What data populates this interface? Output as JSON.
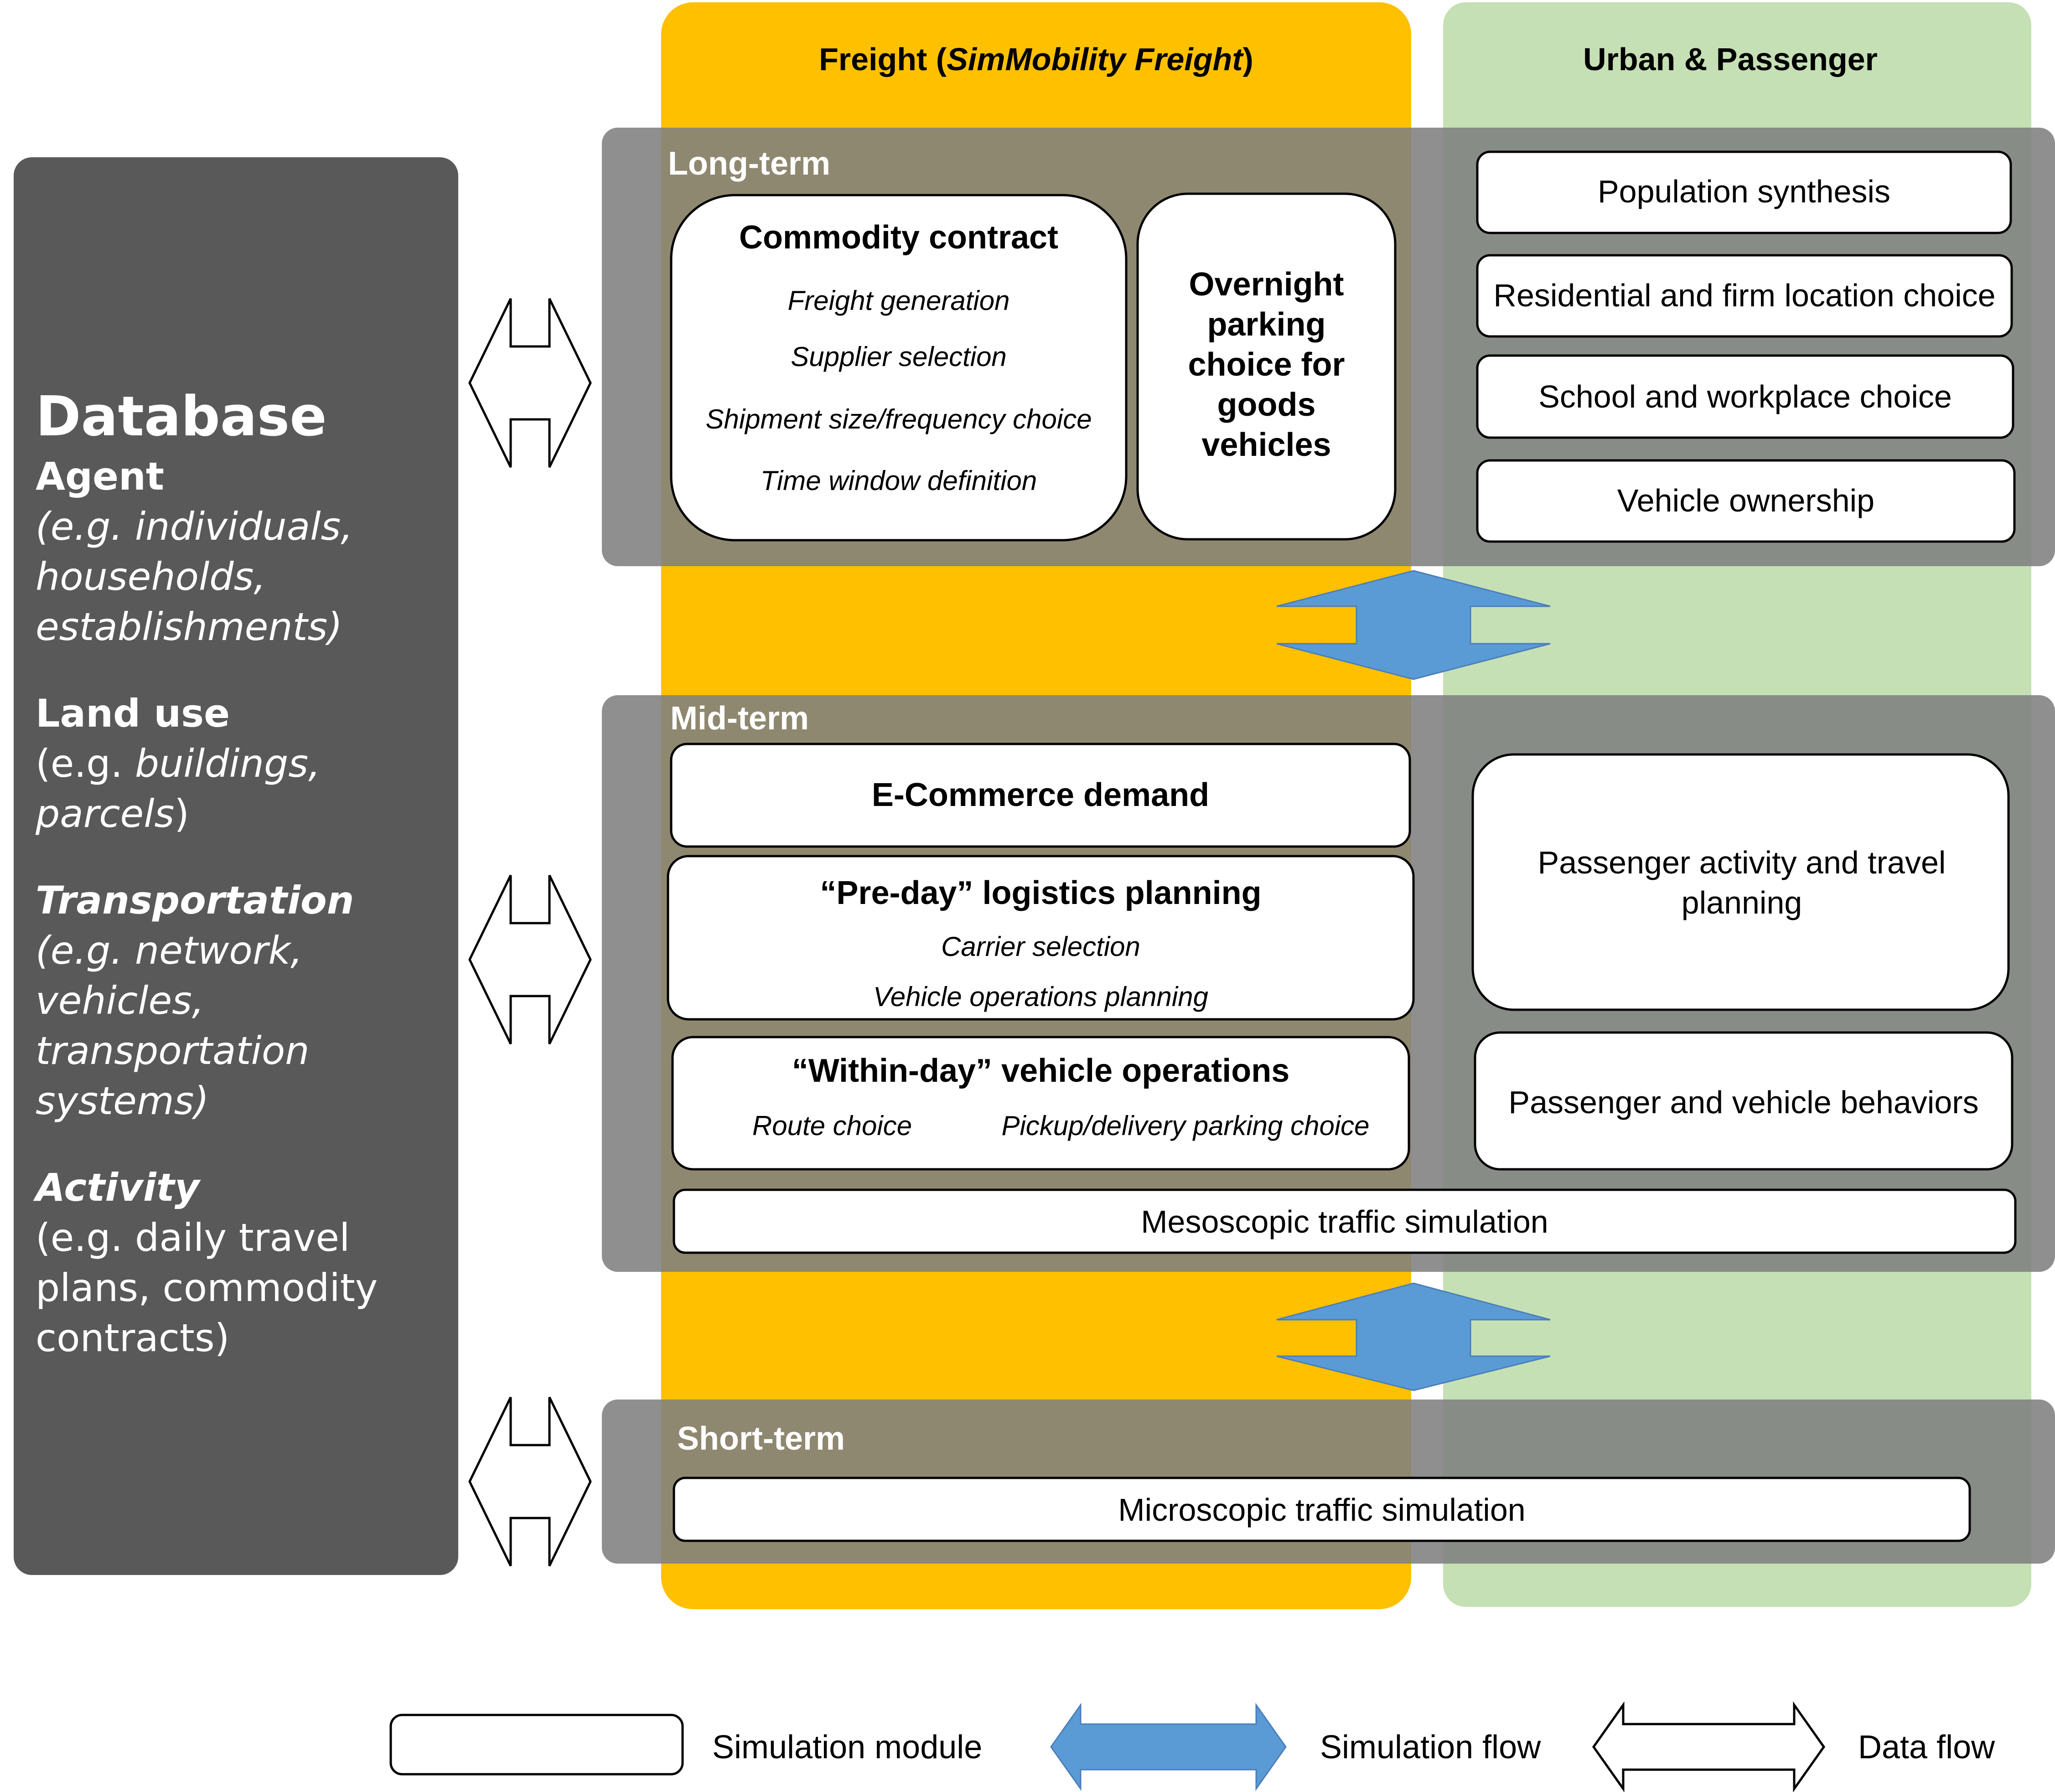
{
  "headers": {
    "freight_prefix": "Freight (",
    "freight_italic": "SimMobility Freight",
    "freight_suffix": ")",
    "urban": "Urban & Passenger"
  },
  "tiers": {
    "long": "Long-term",
    "mid": "Mid-term",
    "short": "Short-term"
  },
  "database": {
    "title": "Database",
    "agent_label": "Agent",
    "agent_detail": "(e.g. individuals, households, establishments)",
    "landuse_label": "Land use",
    "landuse_prefix": "(e.g. ",
    "landuse_italic": "buildings, parcels",
    "landuse_suffix": ")",
    "transport_label": "Transportation",
    "transport_detail": "(e.g. network, vehicles, transportation systems)",
    "activity_label": "Activity",
    "activity_detail": "(e.g. daily travel plans, commodity contracts)"
  },
  "long_term": {
    "commodity_title": "Commodity contract",
    "commodity_items": [
      "Freight generation",
      "Supplier selection",
      "Shipment size/frequency choice",
      "Time window definition"
    ],
    "overnight": "Overnight parking choice for goods vehicles",
    "urban_items": [
      "Population synthesis",
      "Residential and firm location choice",
      "School and workplace choice",
      "Vehicle ownership"
    ]
  },
  "mid_term": {
    "ecommerce": "E-Commerce demand",
    "preday_title": "“Pre-day” logistics planning",
    "preday_items": [
      "Carrier selection",
      "Vehicle operations planning"
    ],
    "withinday_title": "“Within-day” vehicle operations",
    "withinday_items": [
      "Route choice",
      "Pickup/delivery parking choice"
    ],
    "passenger_activity": "Passenger activity and travel planning",
    "passenger_behaviors": "Passenger and vehicle behaviors",
    "meso": "Mesoscopic traffic simulation"
  },
  "short_term": {
    "micro": "Microscopic traffic simulation"
  },
  "legend": {
    "module": "Simulation module",
    "sim_flow": "Simulation flow",
    "data_flow": "Data flow"
  },
  "colors": {
    "freight": "#FFC000",
    "urban": "#C5E0B4",
    "tier_band": "#7F7F7F",
    "database": "#595959",
    "sim_flow": "#5B9BD5"
  }
}
